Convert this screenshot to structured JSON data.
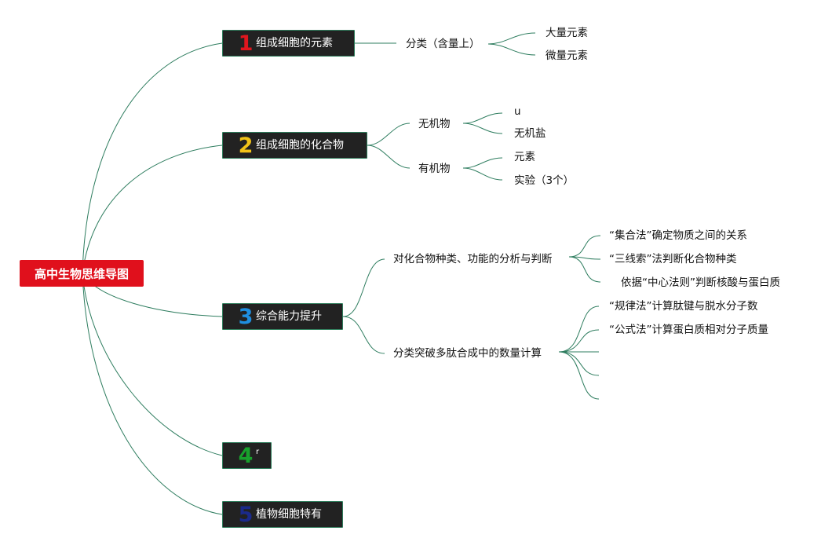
{
  "root": {
    "label": "高中生物思维导图"
  },
  "branches": [
    {
      "num": "1",
      "num_color": "#e0161e",
      "label": "组成细胞的元素"
    },
    {
      "num": "2",
      "num_color": "#f2c318",
      "label": "组成细胞的化合物"
    },
    {
      "num": "3",
      "num_color": "#1f8fe0",
      "label": "综合能力提升"
    },
    {
      "num": "4",
      "num_color": "#18a12c",
      "label": "r"
    },
    {
      "num": "5",
      "num_color": "#1b2a8a",
      "label": "植物细胞特有"
    }
  ],
  "b1": {
    "classify": "分类（含量上）",
    "macro": "大量元素",
    "micro": "微量元素"
  },
  "b2": {
    "inorganic": "无机物",
    "inorganic_children": [
      "u",
      "无机盐"
    ],
    "organic": "有机物",
    "organic_children": [
      "元素",
      "实验（3个）"
    ]
  },
  "b3": {
    "analysis": "对化合物种类、功能的分析与判断",
    "analysis_children": [
      "“集合法”确定物质之间的关系",
      "“三线索”法判断化合物种类",
      "依据“中心法则”判断核酸与蛋白质"
    ],
    "calc": "分类突破多肽合成中的数量计算",
    "calc_children": [
      "“规律法”计算肽键与脱水分子数",
      "“公式法”计算蛋白质相对分子质量"
    ]
  },
  "colors": {
    "root_bg": "#e0101c",
    "branch_bg": "#222222",
    "connector": "#2e7d5f"
  }
}
